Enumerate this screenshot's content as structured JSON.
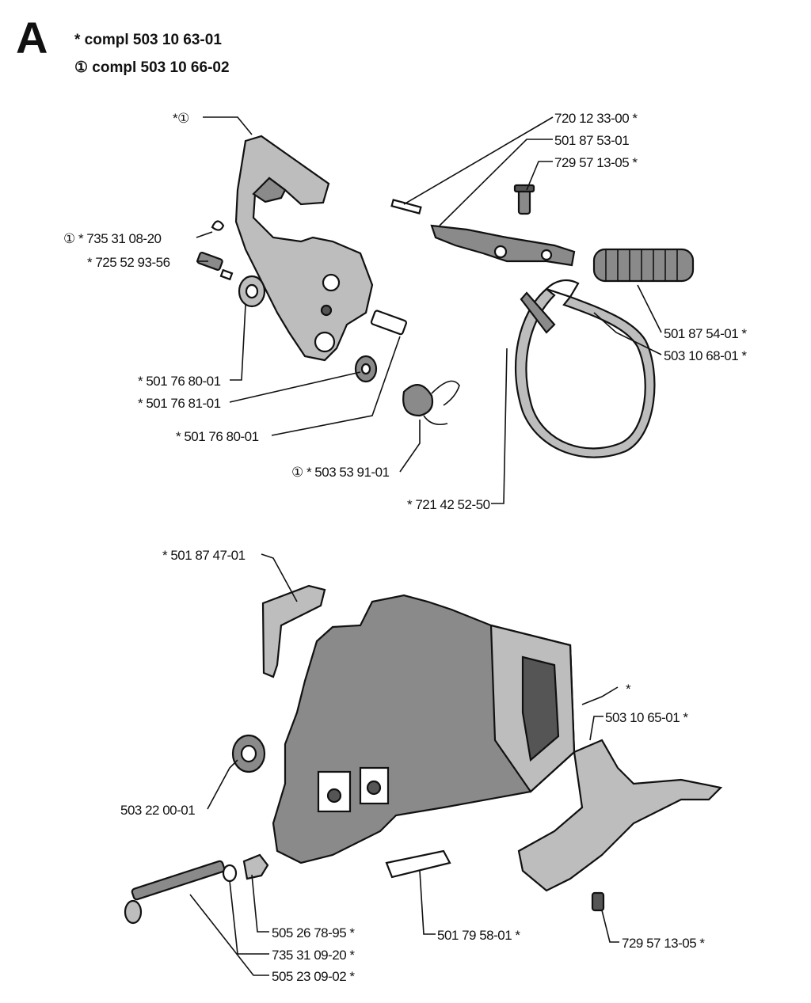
{
  "section_letter": "A",
  "header": {
    "line1": "*  compl 503 10 63-01",
    "line2": "① compl 503 10 66-02"
  },
  "labels": {
    "l_pre_1": "*①",
    "l_720": "720 12 33-00 *",
    "l_50187531": "501 87 53-01",
    "l_72957131": "729 57 13-05 *",
    "l_735_08": "① * 735 31 08-20",
    "l_725": "* 725 52 93-56",
    "l_5018754": "501 87 54-01 *",
    "l_5031068": "503 10 68-01 *",
    "l_5017680a": "* 501 76 80-01",
    "l_5017681": "* 501 76 81-01",
    "l_5017680b": "* 501 76 80-01",
    "l_5035391": "① * 503 53 91-01",
    "l_7214252": "* 721 42 52-50",
    "l_5018747": "* 501 87 47-01",
    "l_star": "*",
    "l_5031065": "503 10 65-01 *",
    "l_5032200": "503 22 00-01",
    "l_5052678": "505 26 78-95 *",
    "l_7353109": "735 31 09-20 *",
    "l_5052309": "505 23 09-02 *",
    "l_5017958": "501 79 58-01 *",
    "l_72957132": "729 57 13-05 *"
  }
}
